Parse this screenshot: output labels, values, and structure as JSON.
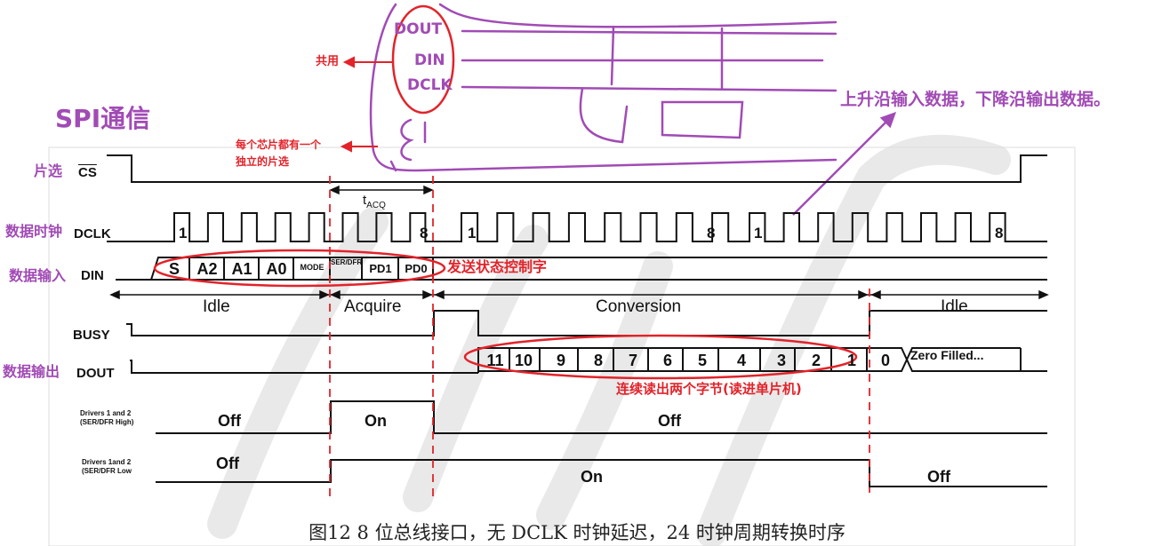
{
  "title": "SPI通信",
  "top_labels": {
    "dout": "DOUT",
    "din": "DIN",
    "dclk": "DCLK"
  },
  "annotations": {
    "shared": "共用",
    "each_chip_line1": "每个芯片都有一个",
    "each_chip_line2": "独立的片选",
    "edge_note": "上升沿输入数据，下降沿输出数据。",
    "control_word": "发送状态控制字",
    "read_bytes": "连续读出两个字节(读进单片机)"
  },
  "signals": {
    "cs_cn": "片选",
    "cs": "CS",
    "dclk_cn": "数据时钟",
    "dclk": "DCLK",
    "din_cn": "数据输入",
    "din": "DIN",
    "busy": "BUSY",
    "dout_cn": "数据输出",
    "dout": "DOUT"
  },
  "tacq": "tACQ",
  "clock_marks": {
    "m1": "1",
    "m8": "8",
    "m1b": "1",
    "m8b": "8",
    "m1c": "1",
    "m8c": "8"
  },
  "din_cells": [
    "S",
    "A2",
    "A1",
    "A0",
    "MODE",
    "SER/DFR",
    "PD1",
    "PD0"
  ],
  "phases": {
    "idle1": "Idle",
    "acquire": "Acquire",
    "conversion": "Conversion",
    "idle2": "Idle"
  },
  "dout_cells": [
    "11",
    "10",
    "9",
    "8",
    "7",
    "6",
    "5",
    "4",
    "3",
    "2",
    "1",
    "0"
  ],
  "zero_filled": "Zero Filled...",
  "drivers_high": {
    "label_line1": "Drivers 1 and 2",
    "label_line2": "(SER/DFR High)",
    "off1": "Off",
    "on": "On",
    "off2": "Off"
  },
  "drivers_low": {
    "label_line1": "Drivers 1and 2",
    "label_line2": "(SER/DFR Low",
    "off1": "Off",
    "on": "On",
    "off2": "Off"
  },
  "caption": "图12 8 位总线接口，无 DCLK 时钟延迟，24 时钟周期转换时序",
  "colors": {
    "purple": "#a14bb5",
    "red": "#e2232a",
    "signal": "#111111"
  }
}
